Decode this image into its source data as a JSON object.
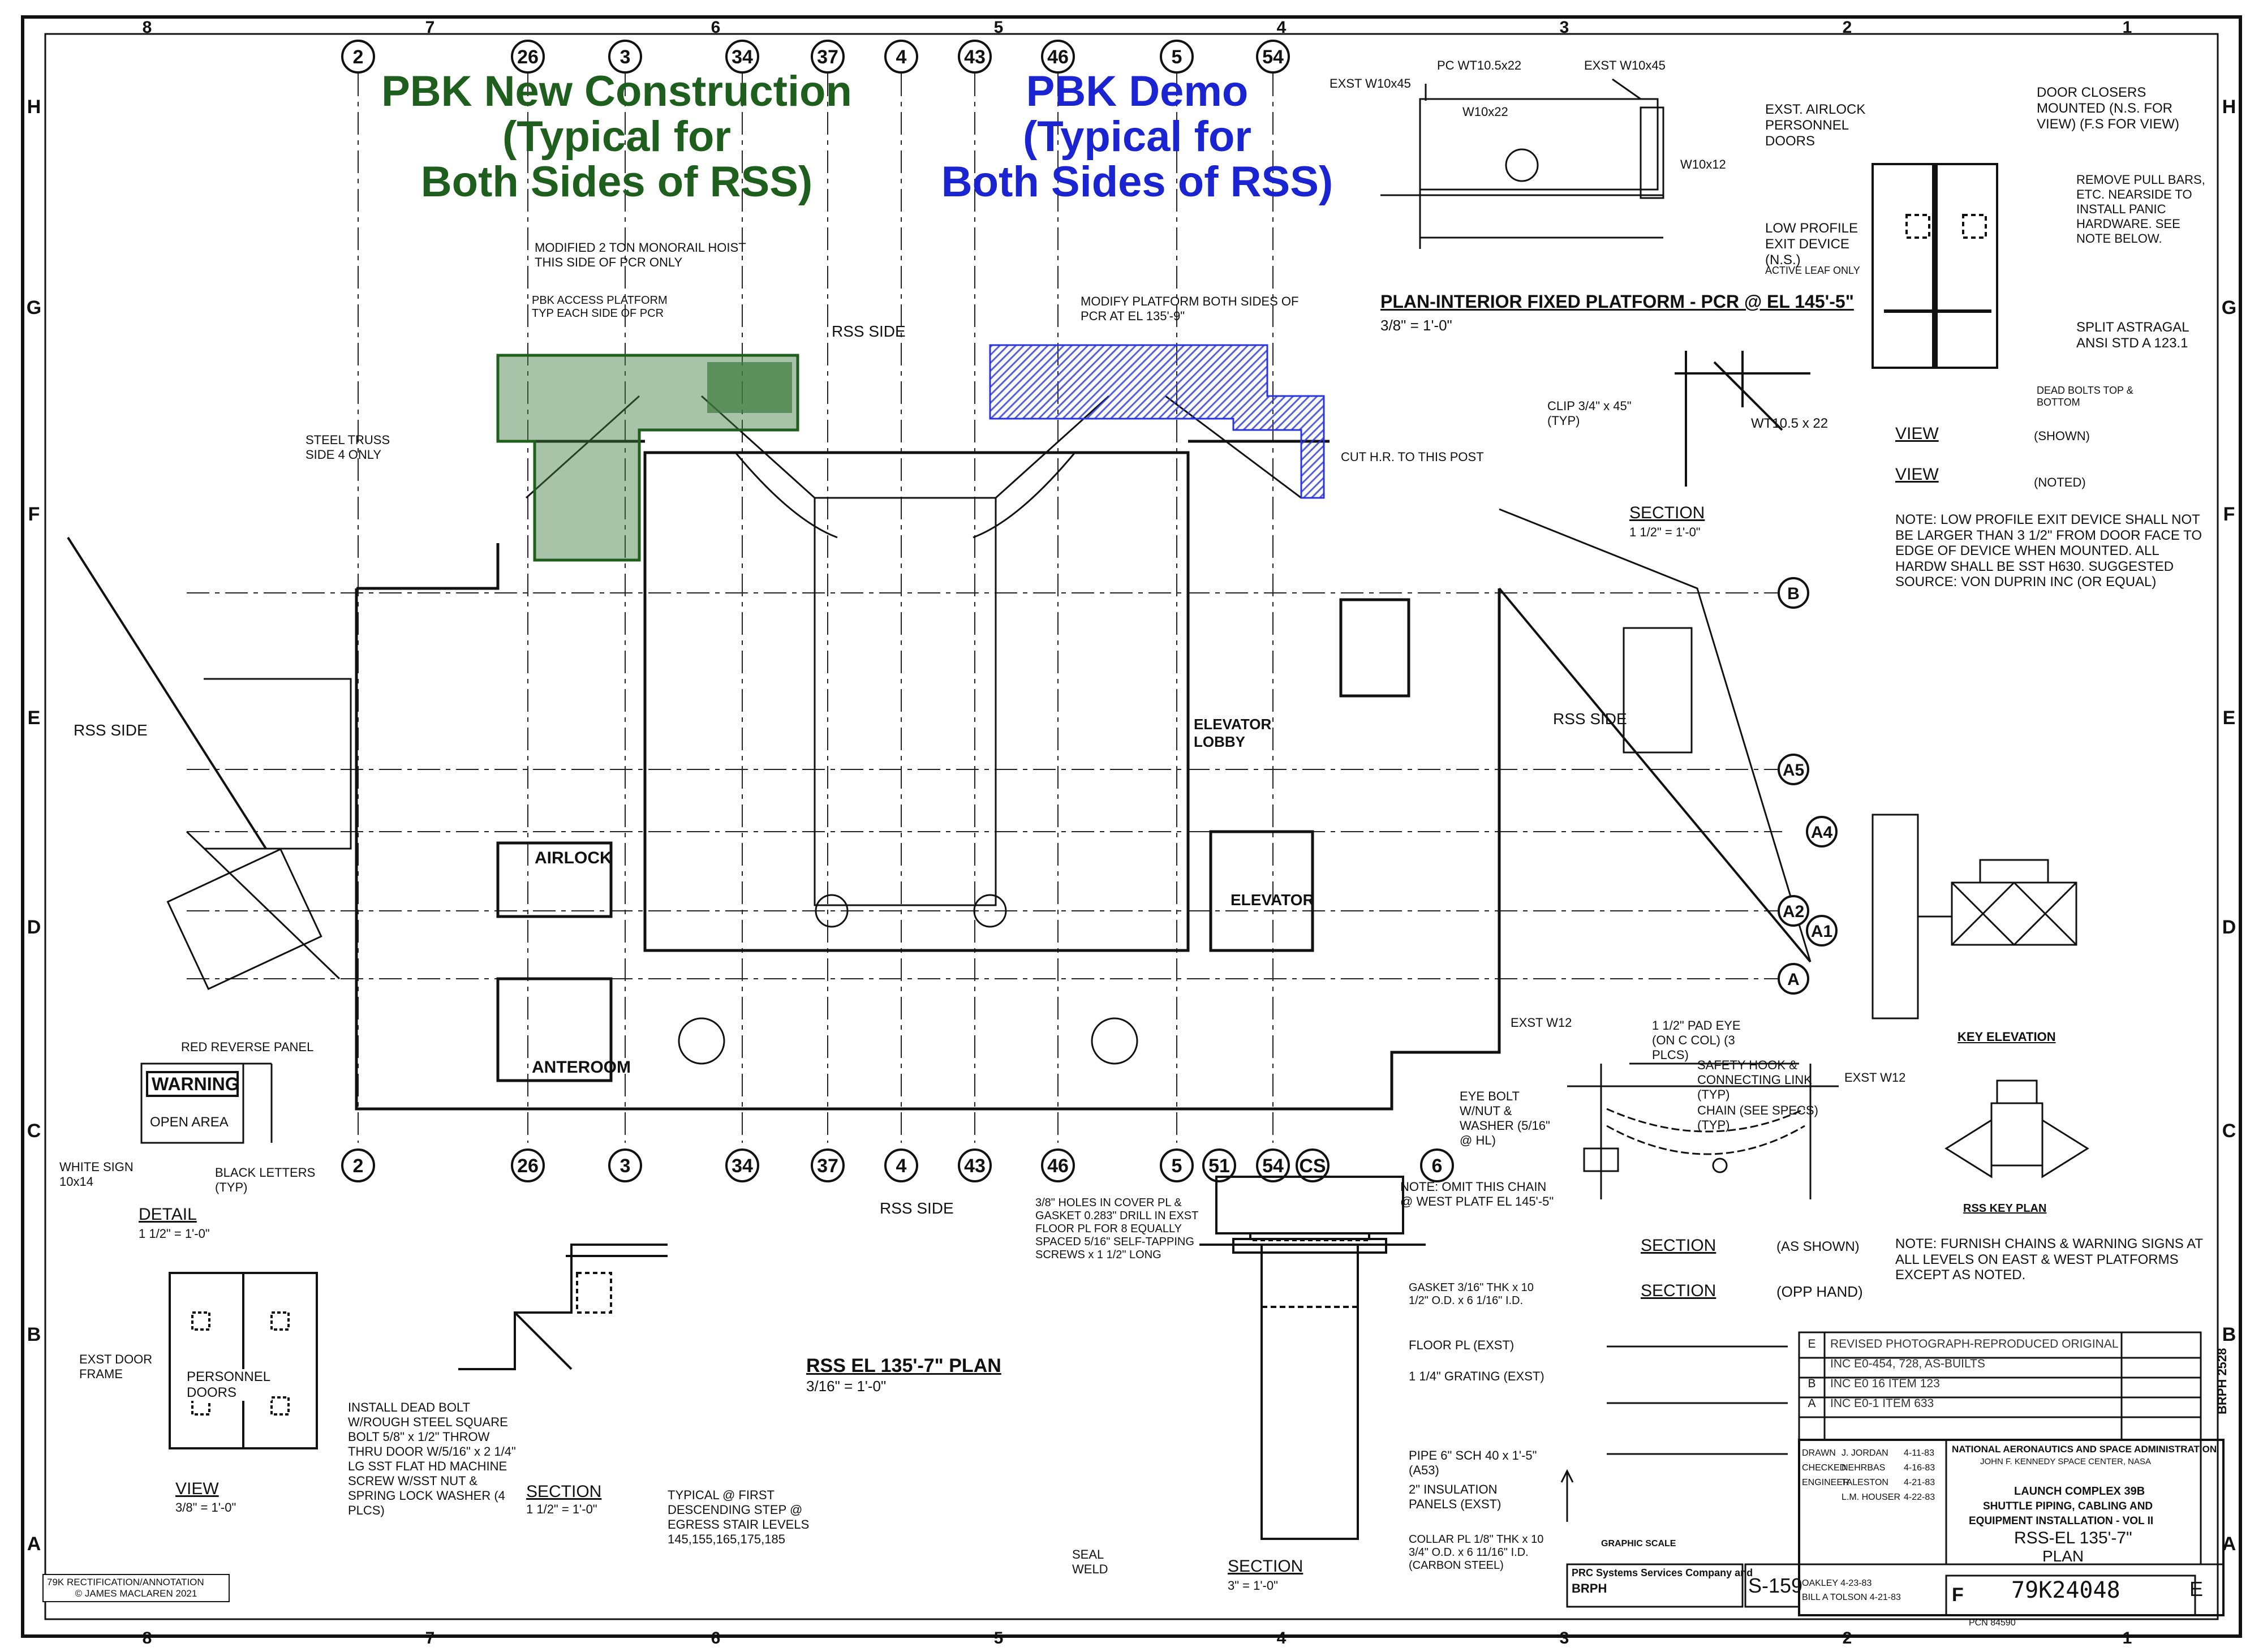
{
  "overlays": {
    "new_construction": [
      "PBK New Construction",
      "(Typical for",
      "Both Sides of RSS)"
    ],
    "demo": [
      "PBK Demo",
      "(Typical for",
      "Both Sides of RSS)"
    ]
  },
  "zone_columns": [
    "8",
    "7",
    "6",
    "5",
    "4",
    "3",
    "2",
    "1"
  ],
  "zone_rows": [
    "H",
    "G",
    "F",
    "E",
    "D",
    "C",
    "B",
    "A"
  ],
  "grid_bubbles_top": [
    "2",
    "26",
    "3",
    "34",
    "37",
    "4",
    "43",
    "46",
    "5",
    "54"
  ],
  "grid_bubbles_bottom": [
    "2",
    "26",
    "3",
    "34",
    "37",
    "4",
    "43",
    "46",
    "5",
    "51",
    "54",
    "CS",
    "6"
  ],
  "grid_bubbles_right": [
    "B",
    "A5",
    "A4",
    "A2",
    "A1",
    "A"
  ],
  "labels": {
    "plan_title": "RSS EL 135'-7\" PLAN",
    "plan_scale": "3/16\" = 1'-0\"",
    "plan_fixed_platform": "PLAN-INTERIOR FIXED PLATFORM - PCR @ EL 145'-5\"",
    "plan_fixed_platform_scale": "3/8\" = 1'-0\"",
    "rss_side_1": "RSS SIDE",
    "rss_side_4": "RSS SIDE",
    "rss_side_2": "RSS SIDE",
    "rss_side_3": "RSS SIDE",
    "airlock": "AIRLOCK",
    "anteroom": "ANTEROOM",
    "elevator": "ELEVATOR",
    "elevator_lobby": "ELEVATOR LOBBY",
    "modify_platform": "MODIFY PLATFORM BOTH SIDES OF PCR AT EL 135'-9\"",
    "monorail_hoist": "MODIFIED 2 TON MONORAIL HOIST THIS SIDE OF PCR ONLY",
    "pbk_access": "PBK ACCESS PLATFORM TYP EACH SIDE OF PCR",
    "steel_truss": "STEEL TRUSS SIDE 4 ONLY",
    "cut_hr": "CUT H.R. TO THIS POST",
    "warning": "WARNING",
    "open_area": "OPEN  AREA",
    "red_reverse": "RED REVERSE PANEL",
    "white_sign": "WHITE SIGN 10x14",
    "black_letters": "BLACK LETTERS (TYP)",
    "detail_k": "DETAIL",
    "detail_k_scale": "1 1/2\" = 1'-0\"",
    "view_a": "VIEW",
    "view_a_scale": "3/8\" = 1'-0\"",
    "section_b": "SECTION",
    "section_b_scale": "1 1/2\" = 1'-0\"",
    "section_c": "SECTION",
    "section_c_scale": "3\" = 1'-0\"",
    "section_f": "SECTION",
    "section_f_scale": "1 1/2\" = 1'-0\"",
    "section_g": "SECTION",
    "section_g_note": "(AS SHOWN)",
    "section_h": "SECTION",
    "section_h_note": "(OPP HAND)",
    "view_d": "VIEW",
    "view_d_note": "(SHOWN)",
    "view_e": "VIEW",
    "view_e_note": "(NOTED)",
    "key_elevation": "KEY ELEVATION",
    "rss_key_plan": "RSS KEY PLAN",
    "graphic_scale": "GRAPHIC SCALE",
    "note_exit": "NOTE: LOW PROFILE EXIT DEVICE SHALL NOT BE LARGER THAN 3 1/2\" FROM DOOR FACE TO EDGE OF DEVICE WHEN MOUNTED. ALL HARDW SHALL BE SST H630. SUGGESTED SOURCE: VON DUPRIN INC (OR EQUAL)",
    "note_chains": "NOTE: FURNISH CHAINS & WARNING SIGNS AT ALL LEVELS ON EAST & WEST PLATFORMS EXCEPT AS NOTED.",
    "note_omit": "NOTE: OMIT THIS CHAIN @ WEST PLATF EL 145'-5\"",
    "door_closers": "DOOR CLOSERS MOUNTED (N.S. FOR VIEW) (F.S FOR VIEW)",
    "exst_airlock_doors": "EXST. AIRLOCK PERSONNEL DOORS",
    "remove_pull_bars": "REMOVE PULL BARS, ETC. NEARSIDE TO INSTALL PANIC HARDWARE. SEE NOTE BELOW.",
    "split_astragal": "SPLIT ASTRAGAL ANSI STD A 123.1",
    "dead_bolts": "DEAD BOLTS TOP & BOTTOM",
    "low_profile": "LOW PROFILE EXIT DEVICE (N.S.)",
    "active_leaf": "ACTIVE LEAF ONLY",
    "exst_w10x45_a": "EXST W10x45",
    "exst_w10x45_b": "EXST W10x45",
    "pc_wt": "PC WT10.5x22",
    "w10x22": "W10x22",
    "w10x12": "W10x12",
    "clip": "CLIP 3/4\" x 45\" (TYP)",
    "wt": "WT10.5 x 22",
    "safety_hook": "SAFETY HOOK & CONNECTING LINK (TYP)",
    "chain_specs": "CHAIN (SEE SPECS) (TYP)",
    "pad_eye": "1 1/2\" PAD EYE (ON C COL) (3 PLCS)",
    "eye_bolt": "EYE BOLT W/NUT & WASHER (5/16\" @ HL)",
    "exst_w12_a": "EXST W12",
    "exst_w12_b": "EXST W12",
    "install_dead_bolt": "INSTALL DEAD BOLT W/ROUGH STEEL SQUARE BOLT 5/8\" x 1/2\" THROW THRU DOOR W/5/16\" x 2 1/4\" LG SST FLAT HD MACHINE SCREW W/SST NUT & SPRING LOCK WASHER (4 PLCS)",
    "exst_door_frame": "EXST DOOR FRAME",
    "personnel_doors": "PERSONNEL DOORS",
    "typical_first": "TYPICAL @ FIRST DESCENDING STEP @ EGRESS STAIR LEVELS 145,155,165,175,185",
    "holes_cover": "3/8\" HOLES IN COVER PL & GASKET 0.283\" DRILL IN EXST FLOOR PL FOR 8 EQUALLY SPACED 5/16\" SELF-TAPPING SCREWS x 1 1/2\" LONG",
    "floor_pl": "FLOOR PL (EXST)",
    "grating": "1 1/4\" GRATING (EXST)",
    "pipe": "PIPE 6\" SCH 40 x 1'-5\" (A53)",
    "insulation": "2\" INSULATION PANELS (EXST)",
    "collar": "COLLAR PL 1/8\" THK x 10 3/4\" O.D. x 6 11/16\" I.D. (CARBON STEEL)",
    "gasket": "GASKET 3/16\" THK x 10 1/2\" O.D. x 6 1/16\" I.D.",
    "seal_weld": "SEAL WELD",
    "copyright_1": "79K RECTIFICATION/ANNOTATION",
    "copyright_2": "© JAMES MACLAREN 2021"
  },
  "title_block": {
    "agency": "NATIONAL AERONAUTICS AND SPACE ADMINISTRATION",
    "center": "JOHN F. KENNEDY SPACE CENTER, NASA",
    "project": "LAUNCH COMPLEX 39B",
    "title1": "SHUTTLE PIPING, CABLING AND",
    "title2": "EQUIPMENT INSTALLATION - VOL II",
    "sheet_title": "RSS-EL 135'-7\"",
    "sheet_subtitle": "PLAN",
    "dwg_no": "79K24048",
    "sheet_no": "S-159",
    "rev": "E",
    "code": "F",
    "firm": "PRC Systems Services Company and",
    "firm2": "BRPH",
    "pcn": "PCN 84590",
    "side_id": "BRPH 2528",
    "revisions": [
      {
        "rev": "E",
        "desc": "REVISED PHOTOGRAPH-REPRODUCED ORIGINAL"
      },
      {
        "rev": "",
        "desc": "INC E0-454, 728, AS-BUILTS"
      },
      {
        "rev": "B",
        "desc": "INC E0 16 ITEM 123"
      },
      {
        "rev": "A",
        "desc": "INC E0-1 ITEM 633"
      }
    ],
    "signatures": [
      {
        "role": "DRAWN",
        "name": "J. JORDAN",
        "date": "4-11-83"
      },
      {
        "role": "CHECKED",
        "name": "NEHRBAS",
        "date": "4-16-83"
      },
      {
        "role": "ENGINEER",
        "name": "TALESTON",
        "date": "4-21-83"
      },
      {
        "role": "",
        "name": "L.M. HOUSER",
        "date": "4-22-83"
      }
    ],
    "submitted": "OAKLEY 4-23-83",
    "approved": "BILL A TOLSON 4-21-83"
  },
  "colors": {
    "green_text": "#1e5f1e",
    "blue_text": "#1a24d0",
    "green_fill": "#3f7a3f",
    "blue_fill": "#2a34d8",
    "ink": "#111111"
  }
}
